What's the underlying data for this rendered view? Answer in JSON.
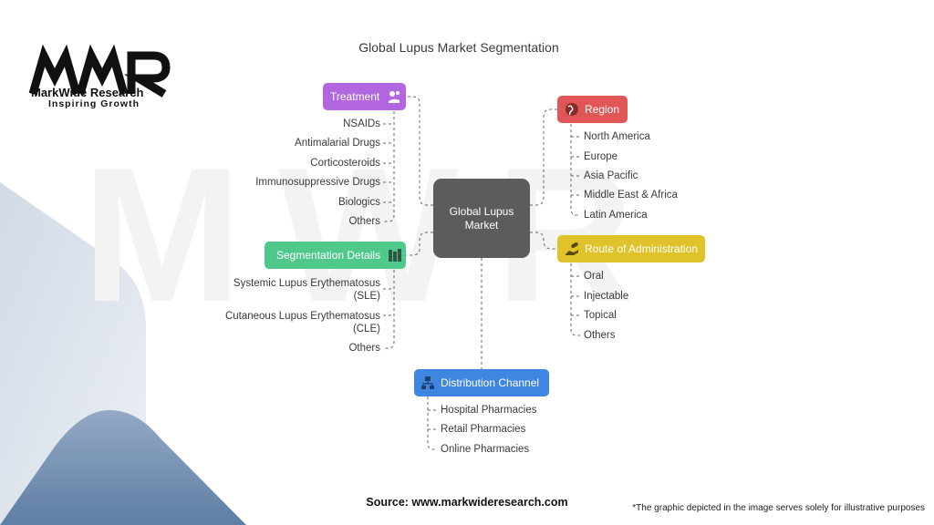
{
  "brand": {
    "logo_text": "MWR",
    "name": "MarkWide Research",
    "tagline": "Inspiring Growth"
  },
  "title": "Global Lupus Market Segmentation",
  "center": {
    "label": "Global Lupus Market"
  },
  "categories": {
    "treatment": {
      "label": "Treatment",
      "color": "#b266e0",
      "icon": "treatment-icon",
      "items": [
        "NSAIDs",
        "Antimalarial Drugs",
        "Corticosteroids",
        "Immunosuppressive Drugs",
        "Biologics",
        "Others"
      ]
    },
    "segmentation": {
      "label": "Segmentation Details",
      "color": "#4fc88c",
      "icon": "books-icon",
      "items": [
        "Systemic Lupus Erythematosus",
        "(SLE)",
        "Cutaneous Lupus Erythematosus",
        "(CLE)",
        "Others"
      ]
    },
    "distribution": {
      "label": "Distribution Channel",
      "color": "#3f86e0",
      "icon": "network-icon",
      "items": [
        "Hospital Pharmacies",
        "Retail Pharmacies",
        "Online Pharmacies"
      ]
    },
    "region": {
      "label": "Region",
      "color": "#e05555",
      "icon": "globe-icon",
      "items": [
        "North America",
        "Europe",
        "Asia Pacific",
        "Middle East & Africa",
        "Latin America"
      ]
    },
    "route": {
      "label": "Route of Administration",
      "color": "#e0c22a",
      "icon": "hand-pill-icon",
      "items": [
        "Oral",
        "Injectable",
        "Topical",
        "Others"
      ]
    }
  },
  "footer": {
    "source": "Source: www.markwideresearch.com",
    "note": "*The graphic depicted in the image serves solely for illustrative purposes"
  }
}
